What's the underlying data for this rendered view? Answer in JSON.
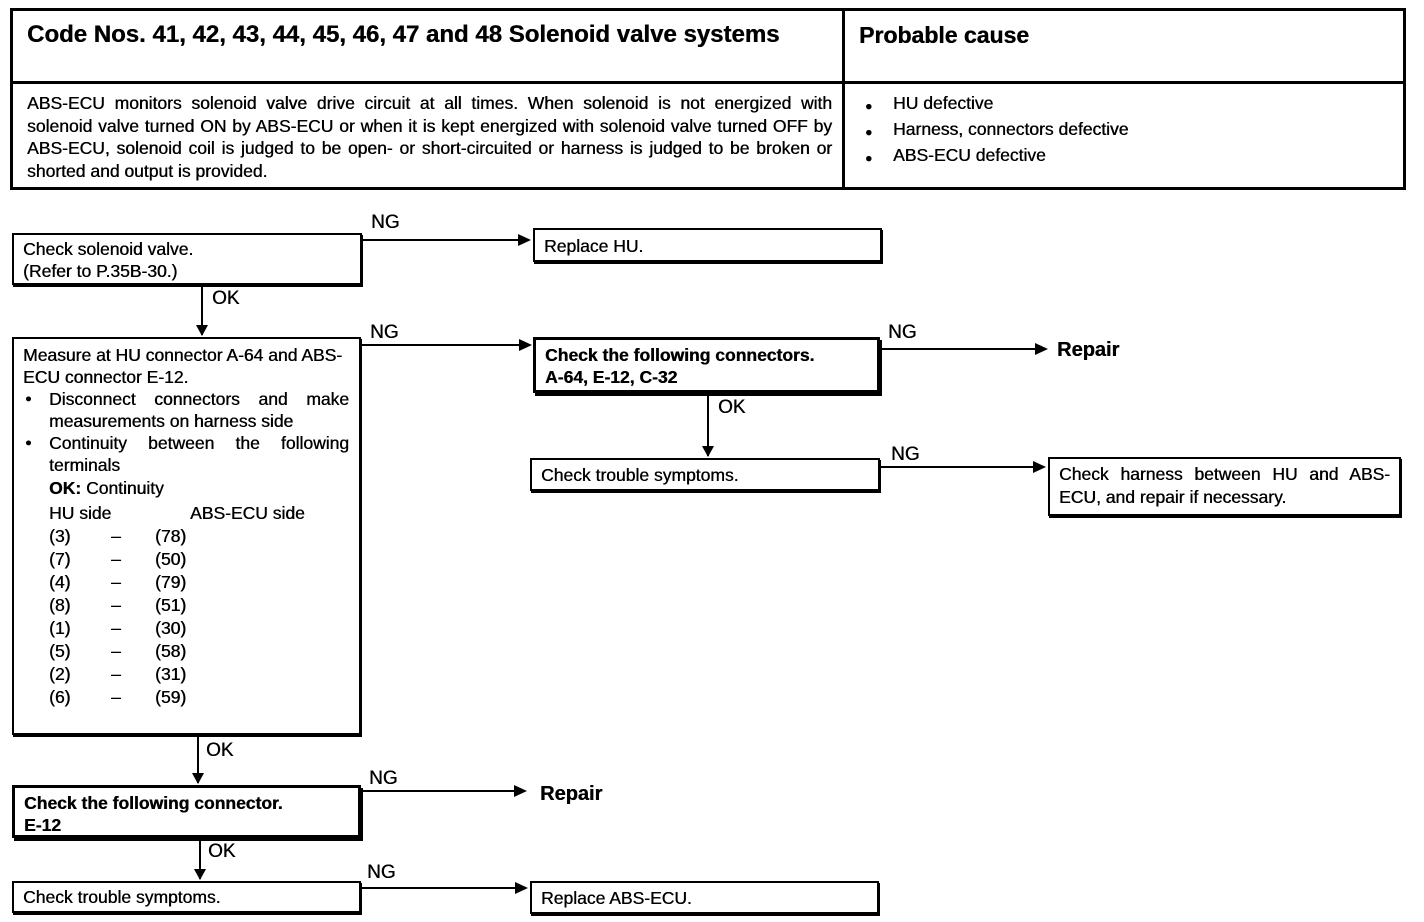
{
  "colors": {
    "ink": "#000000",
    "paper": "#ffffff"
  },
  "bullet": "●",
  "header": {
    "title": "Code Nos. 41, 42, 43, 44, 45, 46, 47 and 48 Solenoid valve systems",
    "probable_cause_title": "Probable cause",
    "description": "ABS-ECU monitors solenoid valve drive circuit at all times. When solenoid is not energized with solenoid valve turned ON by ABS-ECU or when it is kept energized with solenoid valve turned OFF by ABS-ECU, solenoid coil is judged to be open- or short-circuited or harness is judged to be broken or shorted and output is provided.",
    "causes": [
      "HU defective",
      "Harness, connectors defective",
      "ABS-ECU defective"
    ]
  },
  "labels": {
    "ng": "NG",
    "ok": "OK"
  },
  "flow": {
    "check_solenoid": {
      "line1": "Check solenoid valve.",
      "line2": "(Refer to P.35B-30.)"
    },
    "replace_hu": "Replace HU.",
    "measure": {
      "intro": "Measure at HU connector A-64 and ABS-ECU connector E-12.",
      "bullet1": "Disconnect connectors and make measurements on harness side",
      "bullet2": "Continuity between the following terminals",
      "ok_key": "OK:",
      "ok_value": "Continuity",
      "col_hu": "HU side",
      "col_ecu": "ABS-ECU side",
      "pairs": [
        [
          "(3)",
          "–",
          "(78)"
        ],
        [
          "(7)",
          "–",
          "(50)"
        ],
        [
          "(4)",
          "–",
          "(79)"
        ],
        [
          "(8)",
          "–",
          "(51)"
        ],
        [
          "(1)",
          "–",
          "(30)"
        ],
        [
          "(5)",
          "–",
          "(58)"
        ],
        [
          "(2)",
          "–",
          "(31)"
        ],
        [
          "(6)",
          "–",
          "(59)"
        ]
      ]
    },
    "check_connectors": {
      "line1": "Check the following connectors.",
      "line2": "A-64, E-12, C-32"
    },
    "repair": "Repair",
    "check_trouble": "Check trouble symptoms.",
    "check_harness": "Check harness between HU and ABS-ECU, and repair if necessary.",
    "check_connector": {
      "line1": "Check the following connector.",
      "line2": "E-12"
    },
    "replace_abs_ecu": "Replace ABS-ECU."
  }
}
